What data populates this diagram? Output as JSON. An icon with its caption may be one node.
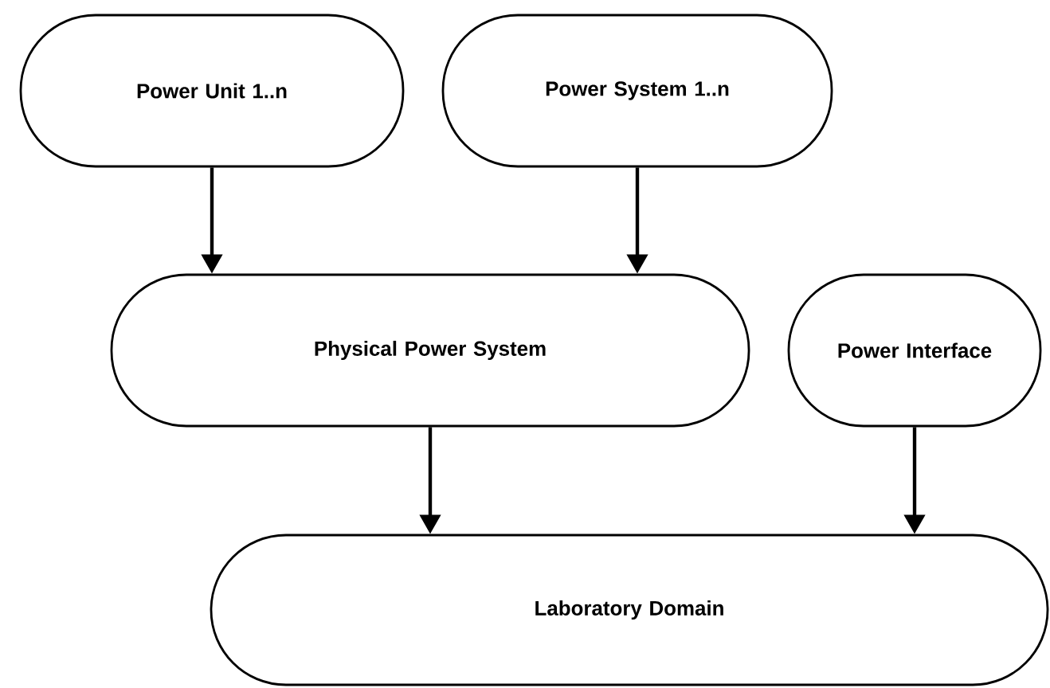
{
  "diagram": {
    "nodes": [
      {
        "text": [
          "Power Unit 1..n"
        ]
      },
      {
        "text": [
          "Power System 1..n"
        ]
      },
      {
        "text": [
          "Physical Power System"
        ]
      },
      {
        "text": [
          "Power Interface"
        ]
      },
      {
        "text": [
          "Laboratory Domain"
        ]
      }
    ],
    "edges": [
      {
        "from": 0,
        "to": 2,
        "arrow": "to"
      },
      {
        "from": 1,
        "to": 2,
        "arrow": "to"
      },
      {
        "from": 2,
        "to": 4,
        "arrow": "to"
      },
      {
        "from": 3,
        "to": 4,
        "arrow": "to"
      }
    ]
  }
}
